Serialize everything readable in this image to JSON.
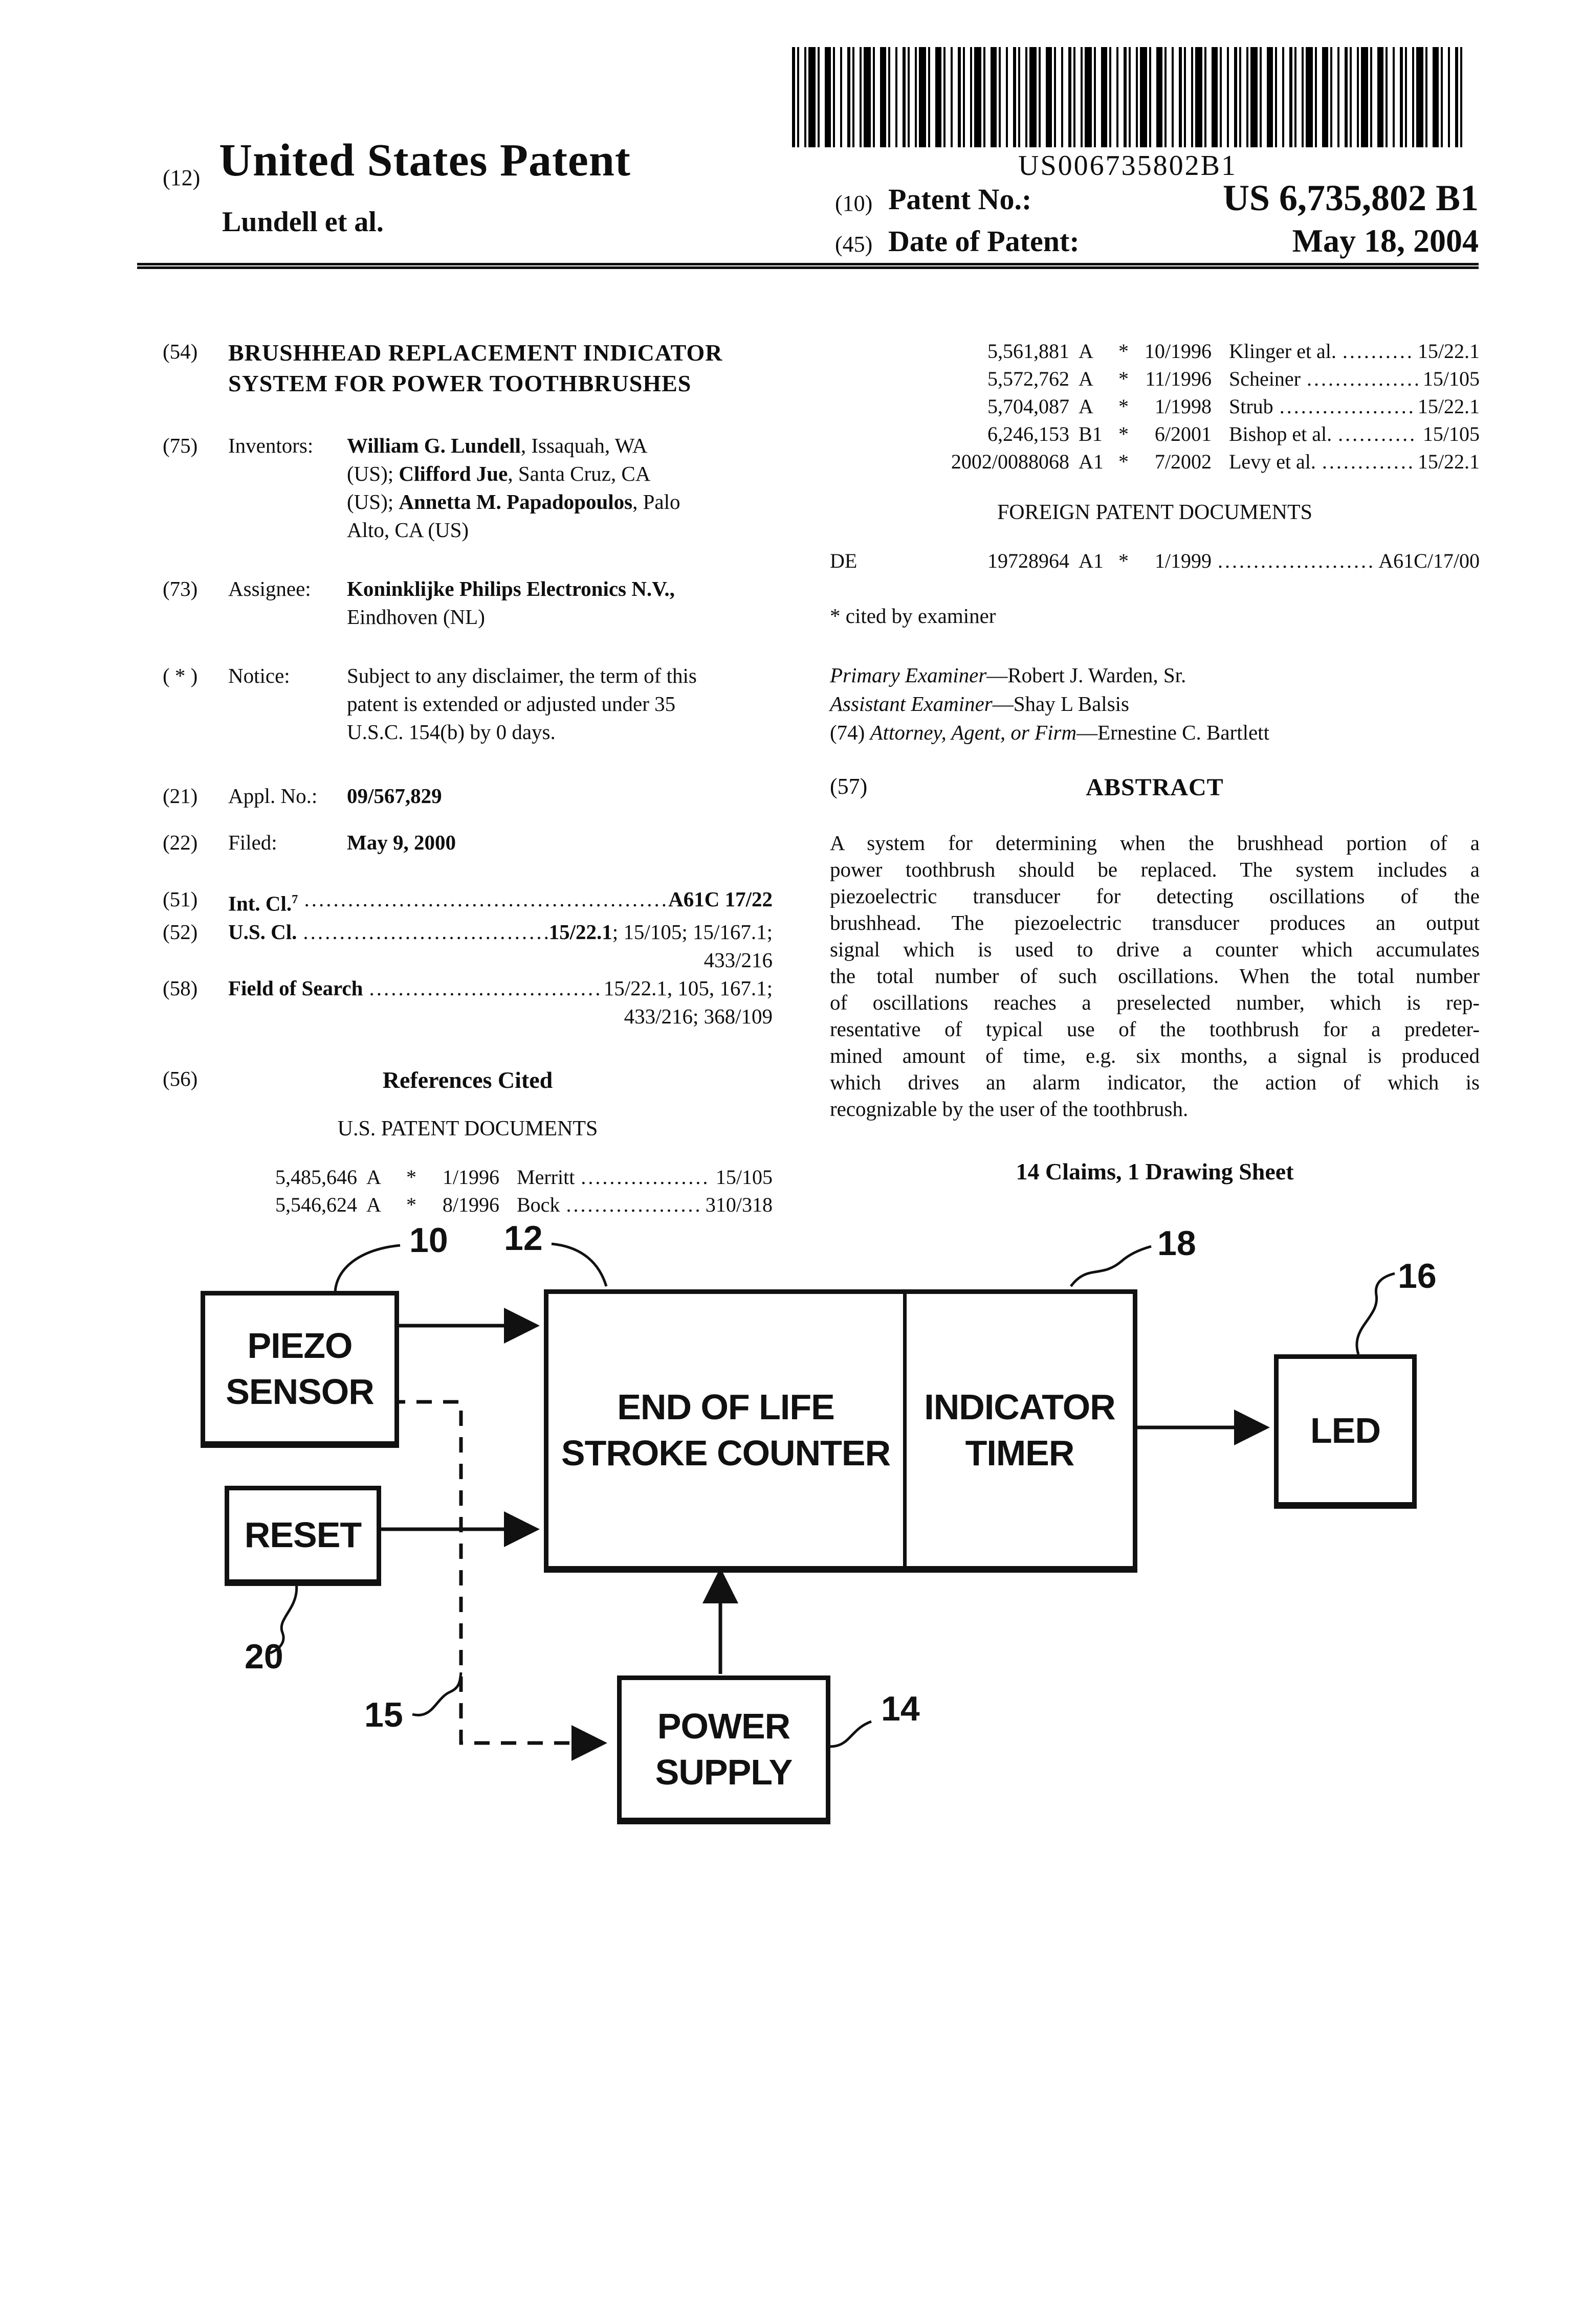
{
  "header": {
    "kind_num": "(12)",
    "doc_type": "United States Patent",
    "party": "Lundell et al.",
    "barcode_text": "US006735802B1",
    "patent_no_num": "(10)",
    "patent_no_label": "Patent No.:",
    "patent_no_value": "US 6,735,802 B1",
    "date_num": "(45)",
    "date_label": "Date of Patent:",
    "date_value": "May 18, 2004"
  },
  "left": {
    "title_num": "(54)",
    "title_lines": [
      "BRUSHHEAD REPLACEMENT INDICATOR",
      "SYSTEM FOR POWER TOOTHBRUSHES"
    ],
    "inventors_num": "(75)",
    "inventors_label": "Inventors:",
    "inventors_lines": [
      [
        {
          "t": "William G. Lundell",
          "b": 1
        },
        {
          "t": ", Issaquah, WA"
        }
      ],
      [
        {
          "t": "(US); "
        },
        {
          "t": "Clifford Jue",
          "b": 1
        },
        {
          "t": ", Santa Cruz, CA"
        }
      ],
      [
        {
          "t": "(US); "
        },
        {
          "t": "Annetta M. Papadopoulos",
          "b": 1
        },
        {
          "t": ", Palo"
        }
      ],
      [
        {
          "t": "Alto, CA (US)"
        }
      ]
    ],
    "assignee_num": "(73)",
    "assignee_label": "Assignee:",
    "assignee_lines": [
      [
        {
          "t": "Koninklijke Philips Electronics N.V.,",
          "b": 1
        }
      ],
      [
        {
          "t": "Eindhoven (NL)"
        }
      ]
    ],
    "notice_num": "( * )",
    "notice_label": "Notice:",
    "notice_lines": [
      "Subject to any disclaimer, the term of this",
      "patent is extended or adjusted under 35",
      "U.S.C. 154(b) by 0 days."
    ],
    "appl_num": "(21)",
    "appl_label": "Appl. No.:",
    "appl_value": "09/567,829",
    "filed_num": "(22)",
    "filed_label": "Filed:",
    "filed_value": "May 9, 2000",
    "classifications": [
      {
        "num": "(51)",
        "label": [
          {
            "t": "Int. Cl.",
            "b": 1
          },
          {
            "t": "7",
            "b": 1,
            "sup": 1
          }
        ],
        "value": [
          {
            "t": "A61C 17/22",
            "b": 1
          }
        ],
        "cont": ""
      },
      {
        "num": "(52)",
        "label": [
          {
            "t": "U.S. Cl.",
            "b": 1
          }
        ],
        "value": [
          {
            "t": "15/22.1",
            "b": 1
          },
          {
            "t": "; 15/105; 15/167.1;"
          }
        ],
        "cont": "433/216"
      },
      {
        "num": "(58)",
        "label": [
          {
            "t": "Field of Search",
            "b": 1
          }
        ],
        "value": [
          {
            "t": "15/22.1, 105, 167.1;"
          }
        ],
        "cont": "433/216; 368/109"
      }
    ],
    "refs_num": "(56)",
    "refs_heading": "References Cited",
    "usdocs_heading": "U.S. PATENT DOCUMENTS",
    "us_citations": [
      {
        "number": "5,485,646",
        "kind": "A",
        "star": "*",
        "date": "1/1996",
        "name": "Merritt",
        "cls": "15/105"
      },
      {
        "number": "5,546,624",
        "kind": "A",
        "star": "*",
        "date": "8/1996",
        "name": "Bock",
        "cls": "310/318"
      }
    ]
  },
  "right": {
    "us_citations": [
      {
        "number": "5,561,881",
        "kind": "A",
        "star": "*",
        "date": "10/1996",
        "name": "Klinger et al.",
        "cls": "15/22.1"
      },
      {
        "number": "5,572,762",
        "kind": "A",
        "star": "*",
        "date": "11/1996",
        "name": "Scheiner",
        "cls": "15/105"
      },
      {
        "number": "5,704,087",
        "kind": "A",
        "star": "*",
        "date": "1/1998",
        "name": "Strub",
        "cls": "15/22.1"
      },
      {
        "number": "6,246,153",
        "kind": "B1",
        "star": "*",
        "date": "6/2001",
        "name": "Bishop et al.",
        "cls": "15/105"
      },
      {
        "number": "2002/0088068",
        "kind": "A1",
        "star": "*",
        "date": "7/2002",
        "name": "Levy et al.",
        "cls": "15/22.1"
      }
    ],
    "foreign_heading": "FOREIGN PATENT DOCUMENTS",
    "foreign_citations": [
      {
        "country": "DE",
        "number": "19728964",
        "kind": "A1",
        "star": "*",
        "date": "1/1999",
        "cls": "A61C/17/00"
      }
    ],
    "cited_note": "* cited by examiner",
    "examiner_lines": [
      [
        {
          "t": "Primary Examiner",
          "i": 1
        },
        {
          "t": "—Robert J. Warden, Sr."
        }
      ],
      [
        {
          "t": "Assistant Examiner",
          "i": 1
        },
        {
          "t": "—Shay L Balsis"
        }
      ],
      [
        {
          "t": "(74) "
        },
        {
          "t": "Attorney, Agent, or Firm",
          "i": 1
        },
        {
          "t": "—Ernestine C. Bartlett"
        }
      ]
    ],
    "abstract_num": "(57)",
    "abstract_heading": "ABSTRACT",
    "abstract_lines": [
      "A system for determining when the brushhead portion of a",
      "power toothbrush should be replaced. The system includes a",
      "piezoelectric transducer for detecting oscillations of the",
      "brushhead. The piezoelectric transducer produces an output",
      "signal which is used to drive a counter which accumulates",
      "the total number of such oscillations. When the total number",
      "of oscillations reaches a preselected number, which is rep-",
      "resentative of typical use of the toothbrush for a predeter-",
      "mined amount of time, e.g. six months, a signal is produced",
      "which drives an alarm indicator, the action of which is",
      "recognizable by the user of the toothbrush."
    ],
    "claims_line": "14 Claims, 1 Drawing Sheet"
  },
  "diagram": {
    "boxes": {
      "piezo": [
        "PIEZO",
        "SENSOR"
      ],
      "reset": [
        "RESET"
      ],
      "counter": [
        "END OF LIFE",
        "STROKE COUNTER"
      ],
      "timer": [
        "INDICATOR",
        "TIMER"
      ],
      "led": [
        "LED"
      ],
      "power": [
        "POWER",
        "SUPPLY"
      ]
    },
    "refs": {
      "piezo": "10",
      "counter": "12",
      "timer": "18",
      "led": "16",
      "reset": "20",
      "dashed_line": "15",
      "power": "14"
    }
  }
}
